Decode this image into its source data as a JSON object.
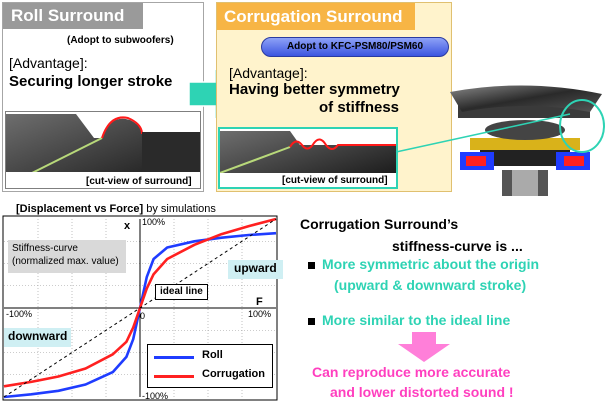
{
  "roll": {
    "title": "Roll Surround",
    "adopt": "(Adopt to subwoofers)",
    "advantage_label": "[Advantage]:",
    "advantage_text": "Securing longer stroke",
    "caption": "[cut-view of surround]"
  },
  "corrugation": {
    "title": "Corrugation Surround",
    "adopt": "Adopt to KFC-PSM80/PSM60",
    "advantage_label": "[Advantage]:",
    "advantage_line1": "Having better symmetry",
    "advantage_line2": "of stiffness",
    "caption": "[cut-view of surround]"
  },
  "chart": {
    "title_bold": "[Displacement vs Force]",
    "title_rest": " by simulations",
    "stiffness_label_line1": "Stiffness-curve",
    "stiffness_label_line2": "(normalized max. value)",
    "x_axis_symbol": "F",
    "y_axis_symbol": "x",
    "tick_top": "100%",
    "tick_bottom": "-100%",
    "tick_left": "-100%",
    "tick_right": "100%",
    "origin": "0",
    "upward": "upward",
    "downward": "downward",
    "ideal_line": "ideal line",
    "legend_roll": "Roll",
    "legend_corrugation": "Corrugation"
  },
  "chart_data": {
    "type": "line",
    "title": "[Displacement vs Force] by simulations",
    "xlabel": "F",
    "ylabel": "x",
    "xlim": [
      -100,
      100
    ],
    "ylim": [
      -100,
      100
    ],
    "grid": true,
    "legend_position": "bottom-right",
    "series": [
      {
        "name": "Roll",
        "color": "#1f3cff",
        "x": [
          -100,
          -80,
          -60,
          -40,
          -20,
          -10,
          -5,
          0,
          5,
          10,
          20,
          40,
          60,
          80,
          100
        ],
        "y": [
          -100,
          -97,
          -93,
          -86,
          -72,
          -55,
          -35,
          0,
          35,
          55,
          68,
          75,
          79,
          82,
          84
        ]
      },
      {
        "name": "Corrugation",
        "color": "#ff2020",
        "x": [
          -100,
          -80,
          -60,
          -40,
          -20,
          -10,
          -5,
          0,
          5,
          10,
          20,
          40,
          60,
          80,
          100
        ],
        "y": [
          -88,
          -83,
          -77,
          -68,
          -52,
          -38,
          -22,
          0,
          22,
          38,
          55,
          71,
          83,
          92,
          100
        ]
      },
      {
        "name": "ideal line",
        "color": "#000000",
        "dashed": true,
        "x": [
          -100,
          100
        ],
        "y": [
          -100,
          100
        ]
      }
    ]
  },
  "summary": {
    "title_line1": "Corrugation Surround’s",
    "title_line2": "stiffness-curve is ...",
    "bullet1_line1": "More symmetric about the origin",
    "bullet1_line2": "(upward & downward stroke)",
    "bullet2": "More similar to the ideal line",
    "conclusion_line1": "Can reproduce  more accurate",
    "conclusion_line2": "and lower distorted sound !"
  },
  "colors": {
    "roll_title_bg": "#9a9a9a",
    "corr_title_bg": "#f7b545",
    "corr_panel_bg": "#fff3cc",
    "arrow": "#2ed3b4",
    "accent_green": "#2ed3b4",
    "conclusion_pink": "#ff3fbf",
    "roll_curve": "#1f3cff",
    "corr_curve": "#ff2020"
  }
}
